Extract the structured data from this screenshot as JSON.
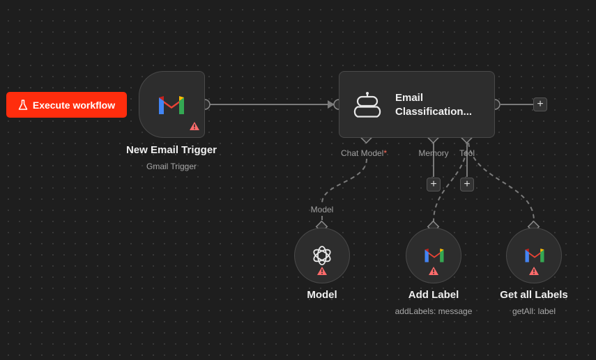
{
  "execute_button": {
    "label": "Execute workflow",
    "color": "#ff2d0d"
  },
  "nodes": {
    "trigger": {
      "title": "New Email Trigger",
      "subtitle": "Gmail Trigger",
      "icon": "gmail-icon",
      "warning": true
    },
    "agent": {
      "title_line1": "Email",
      "title_line2": "Classification...",
      "icon": "robot-icon",
      "ports": {
        "chat_model": "Chat Model",
        "chat_model_required": "*",
        "memory": "Memory",
        "tool": "Tool"
      }
    },
    "model": {
      "title": "Model",
      "connector_label": "Model",
      "icon": "openai-icon",
      "warning": true
    },
    "add_label": {
      "title": "Add Label",
      "subtitle": "addLabels: message",
      "icon": "gmail-icon",
      "warning": true
    },
    "get_all_labels": {
      "title": "Get all Labels",
      "subtitle": "getAll: label",
      "icon": "gmail-icon",
      "warning": true
    }
  },
  "add_buttons": {
    "glyph": "+"
  },
  "colors": {
    "canvas": "#1e1e1e",
    "node": "#2d2d2d",
    "warning": "#ff6b6b",
    "edge": "#777777"
  }
}
